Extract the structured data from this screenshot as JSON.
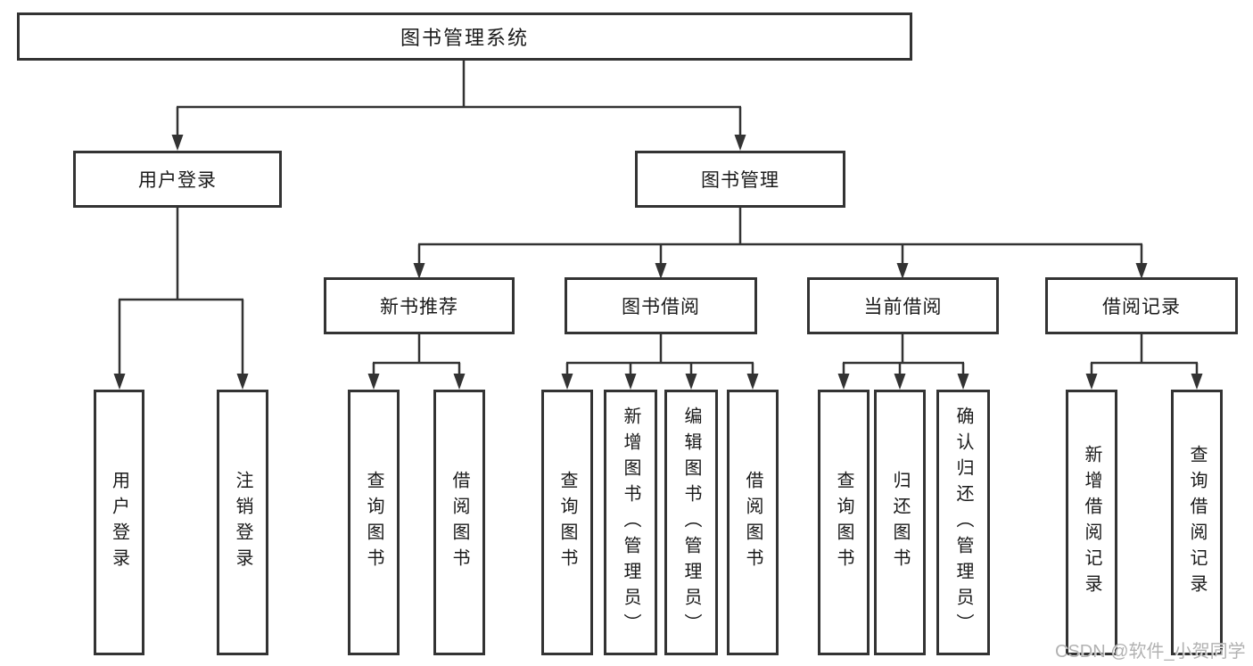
{
  "nodes": {
    "root": "图书管理系统",
    "level2": [
      "用户登录",
      "图书管理"
    ],
    "level3": [
      "新书推荐",
      "图书借阅",
      "当前借阅",
      "借阅记录"
    ],
    "leaves": [
      "用户登录",
      "注销登录",
      "查询图书",
      "借阅图书",
      "查询图书",
      "新增图书（管理员）",
      "编辑图书（管理员）",
      "借阅图书",
      "查询图书",
      "归还图书",
      "确认归还（管理员）",
      "新增借阅记录",
      "查询借阅记录"
    ]
  },
  "hierarchy": {
    "图书管理系统": [
      "用户登录",
      "图书管理"
    ],
    "用户登录": [
      "用户登录",
      "注销登录"
    ],
    "图书管理": [
      "新书推荐",
      "图书借阅",
      "当前借阅",
      "借阅记录"
    ],
    "新书推荐": [
      "查询图书",
      "借阅图书"
    ],
    "图书借阅": [
      "查询图书",
      "新增图书（管理员）",
      "编辑图书（管理员）",
      "借阅图书"
    ],
    "当前借阅": [
      "查询图书",
      "归还图书",
      "确认归还（管理员）"
    ],
    "借阅记录": [
      "新增借阅记录",
      "查询借阅记录"
    ]
  },
  "watermark": "CSDN @软件_小贺同学",
  "colors": {
    "line": "#333333",
    "box_border": "#333333",
    "box_fill": "#ffffff",
    "text": "#1a1a1a",
    "watermark": "#b2b2b2",
    "background": "#ffffff"
  }
}
